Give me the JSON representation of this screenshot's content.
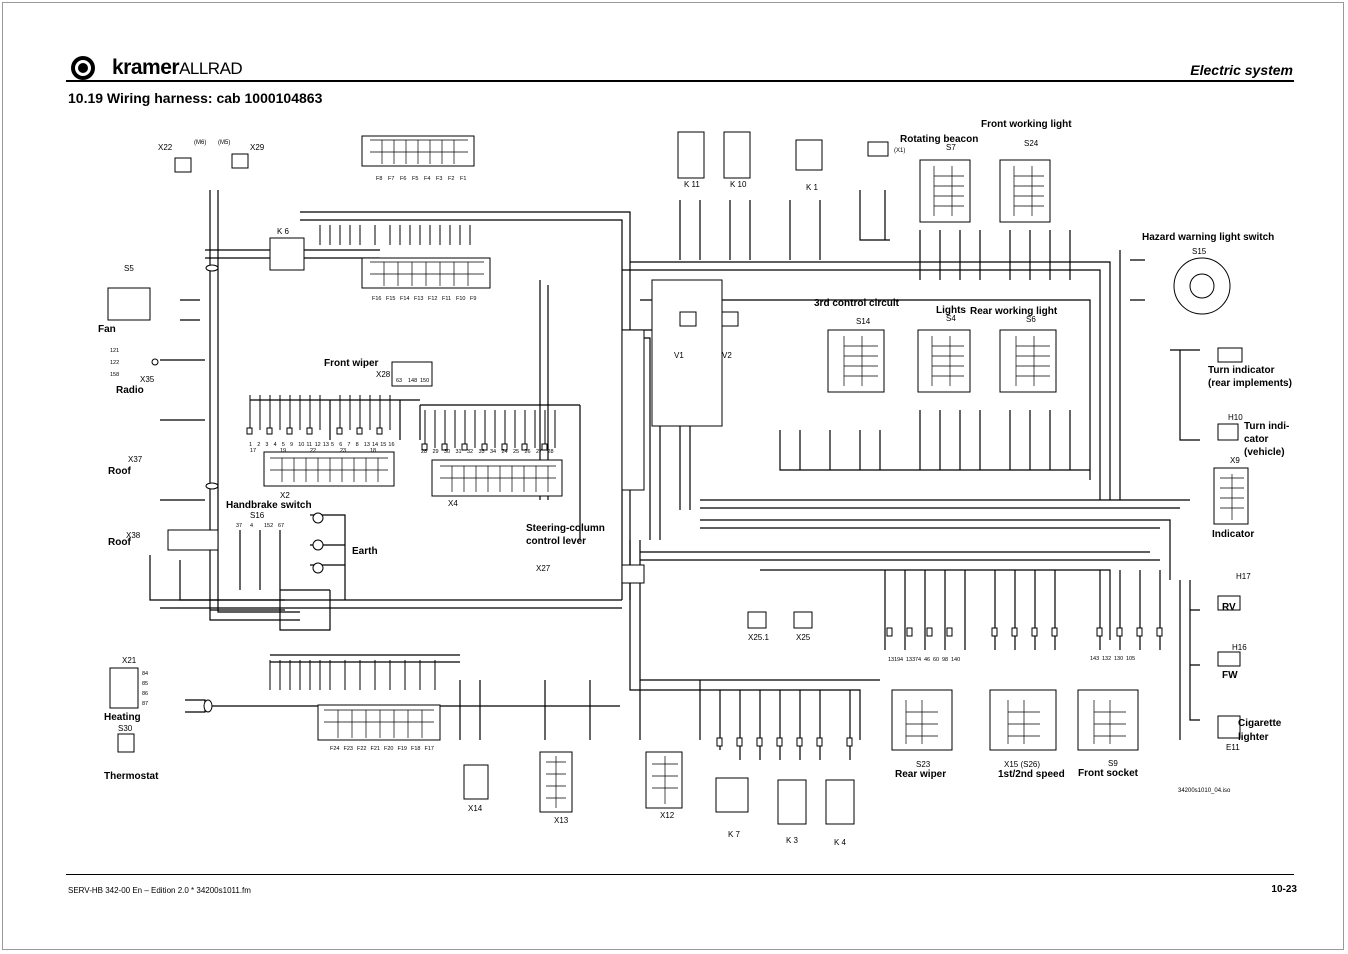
{
  "header": {
    "brand_main": "kramer",
    "brand_sub": "ALLRAD",
    "section": "Electric system",
    "title": "10.19 Wiring harness: cab 1000104863"
  },
  "footer": {
    "left": "SERV-HB 342-00 En – Edition 2.0 * 34200s1011.fm",
    "right": "10-23",
    "drawing_ref": "34200s1010_04.iso"
  },
  "labels": {
    "fan": "Fan",
    "radio": "Radio",
    "roof1": "Roof",
    "roof2": "Roof",
    "heating": "Heating",
    "thermostat": "Thermostat",
    "handbrake": "Handbrake switch",
    "earth": "Earth",
    "front_wiper": "Front wiper",
    "steering1": "Steering-column",
    "steering2": "control lever",
    "rotating_beacon": "Rotating beacon",
    "front_working_light": "Front working light",
    "hazard": "Hazard warning light switch",
    "third_control": "3rd control circuit",
    "lights": "Lights",
    "rear_working_light": "Rear working light",
    "turn_rear1": "Turn indicator",
    "turn_rear2": "(rear implements)",
    "turn_veh1": "Turn indi-",
    "turn_veh2": "cator",
    "turn_veh3": "(vehicle)",
    "indicator": "Indicator",
    "rv": "RV",
    "fw": "FW",
    "cig1": "Cigarette",
    "cig2": "lighter",
    "rear_wiper": "Rear wiper",
    "speed": "1st/2nd speed",
    "front_socket": "Front socket"
  },
  "connectors": {
    "x22": "X22",
    "m6": "(M6)",
    "m5": "(M5)",
    "x29": "X29",
    "k6": "K 6",
    "s5": "S5",
    "x35": "X35",
    "x37": "X37",
    "x38": "X38",
    "x21": "X21",
    "s30": "S30",
    "x2": "X2",
    "x4": "X4",
    "s16": "S16",
    "x28": "X28",
    "x27": "X27",
    "k11": "K 11",
    "k10": "K 10",
    "k1": "K 1",
    "x1": "(X1)",
    "s7": "S7",
    "s24": "S24",
    "s15": "S15",
    "s14": "S14",
    "s4": "S4",
    "s6": "S6",
    "v1": "V1",
    "v2": "V2",
    "h10": "H10",
    "x9": "X9",
    "x25_1": "X25.1",
    "x25": "X25",
    "h17": "H17",
    "h16": "H16",
    "e11": "E11",
    "s23": "S23",
    "x15": "X15 (S26)",
    "s9": "S9",
    "x14": "X14",
    "x13": "X13",
    "x12": "X12",
    "k7": "K 7",
    "k3": "K 3",
    "k4": "K 4"
  },
  "wire_numbers": {
    "x2_top": [
      "1",
      "2",
      "3",
      "4",
      "5",
      "9",
      "10",
      "11",
      "12",
      "13",
      "5",
      "6",
      "7",
      "8",
      "13",
      "14",
      "15",
      "16"
    ],
    "x2_bottom": [
      "17",
      "19",
      "22",
      "23",
      "18"
    ],
    "x4_top": [
      "28",
      "29",
      "30",
      "31",
      "32",
      "33",
      "34",
      "24",
      "25",
      "26",
      "27",
      "28"
    ],
    "fuse_top": [
      "F8",
      "F7",
      "F6",
      "F5",
      "F4",
      "F3",
      "F2",
      "F1"
    ],
    "fuse_bottom": [
      "F16",
      "F15",
      "F14",
      "F13",
      "F12",
      "F11",
      "F10",
      "F9"
    ],
    "fuse_low": [
      "F24",
      "F23",
      "F22",
      "F21",
      "F20",
      "F19",
      "F18",
      "F17"
    ],
    "radio": [
      "121",
      "122",
      "158"
    ],
    "s16": [
      "37",
      "4",
      "152",
      "67"
    ],
    "x21": [
      "84",
      "85",
      "86",
      "87"
    ],
    "x28": [
      "63",
      "148",
      "150"
    ],
    "rear_wiper": [
      "131",
      "94",
      "133",
      "74",
      "46",
      "60",
      "98",
      "140"
    ],
    "front_socket": [
      "143",
      "132",
      "130",
      "105"
    ]
  }
}
